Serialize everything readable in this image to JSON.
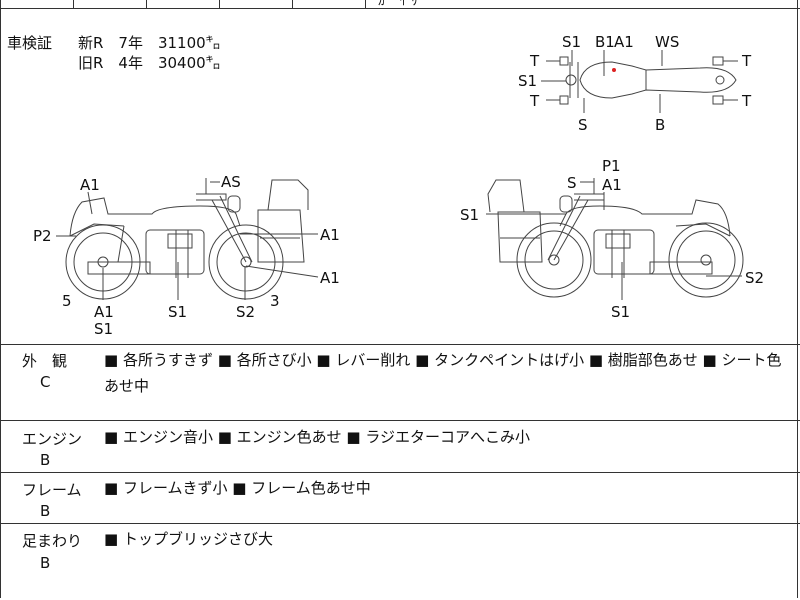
{
  "header": {
    "partial_text": "ｶ ﾞ ｲ ﾘ"
  },
  "registration": {
    "label": "車検証",
    "new_line": "新R　7年　31100㌔",
    "old_line": "旧R　4年　30400㌔"
  },
  "top_view": {
    "labels": [
      "S1",
      "B1",
      "A1",
      "WS",
      "T",
      "T",
      "S1",
      "T",
      "T",
      "S",
      "B"
    ]
  },
  "left_view": {
    "labels": [
      "A1",
      "AS",
      "P2",
      "A1",
      "A1",
      "5",
      "3",
      "A1",
      "S1",
      "S1",
      "S2"
    ]
  },
  "right_view": {
    "labels": [
      "P1",
      "S",
      "A1",
      "S1",
      "S2",
      "S1"
    ]
  },
  "conditions": [
    {
      "name": "外　観",
      "grade": "C",
      "notes": "■ 各所うすきず ■ 各所さび小 ■ レバー削れ ■ タンクペイントはげ小 ■ 樹脂部色あせ ■ シート色あせ中"
    },
    {
      "name": "エンジン",
      "grade": "B",
      "notes": "■ エンジン音小 ■ エンジン色あせ ■ ラジエターコアへこみ小"
    },
    {
      "name": "フレーム",
      "grade": "B",
      "notes": "■ フレームきず小 ■ フレーム色あせ中"
    },
    {
      "name": "足まわり",
      "grade": "B",
      "notes": "■ トップブリッジさび大"
    }
  ]
}
